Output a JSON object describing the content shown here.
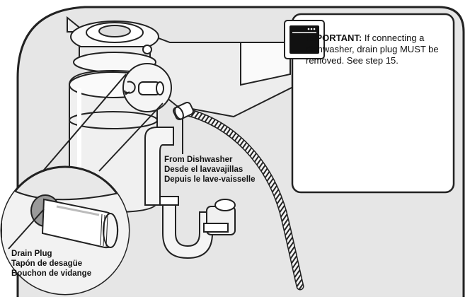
{
  "callout": {
    "important_label": "IMPORTANT:",
    "message": "If connecting a dishwasher, drain plug MUST be removed. See step 15.",
    "icon": "dishwasher-icon"
  },
  "labels": {
    "from_dishwasher": [
      "From Dishwasher",
      "Desde el lavavajillas",
      "Depuis le lave-vaisselle"
    ],
    "drain_plug": [
      "Drain Plug",
      "Tapón de desagüe",
      "Bouchon de vidange"
    ]
  },
  "colors": {
    "panel_fill": "#e6e6e6",
    "line": "#222222",
    "highlight": "#ffffff"
  }
}
